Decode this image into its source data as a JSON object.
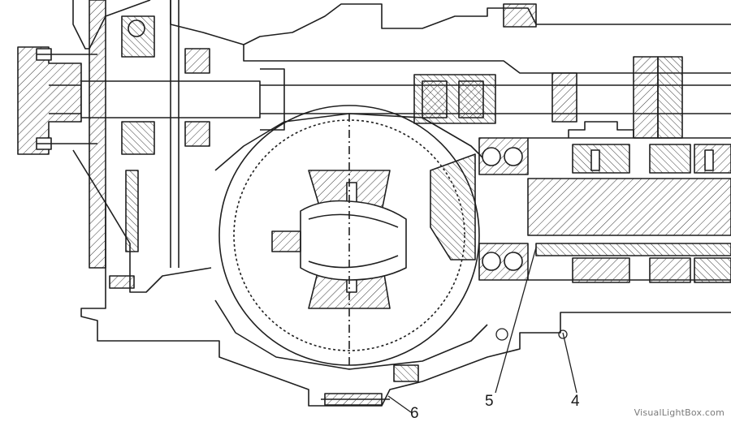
{
  "diagram": {
    "callouts": [
      {
        "id": "6",
        "text": "6"
      },
      {
        "id": "5",
        "text": "5"
      },
      {
        "id": "4",
        "text": "4"
      }
    ]
  },
  "watermark": {
    "text": "VisualLightBox.com"
  },
  "colors": {
    "line": "#1f1f1f",
    "hatch": "#3a3a3a",
    "background": "#ffffff"
  }
}
